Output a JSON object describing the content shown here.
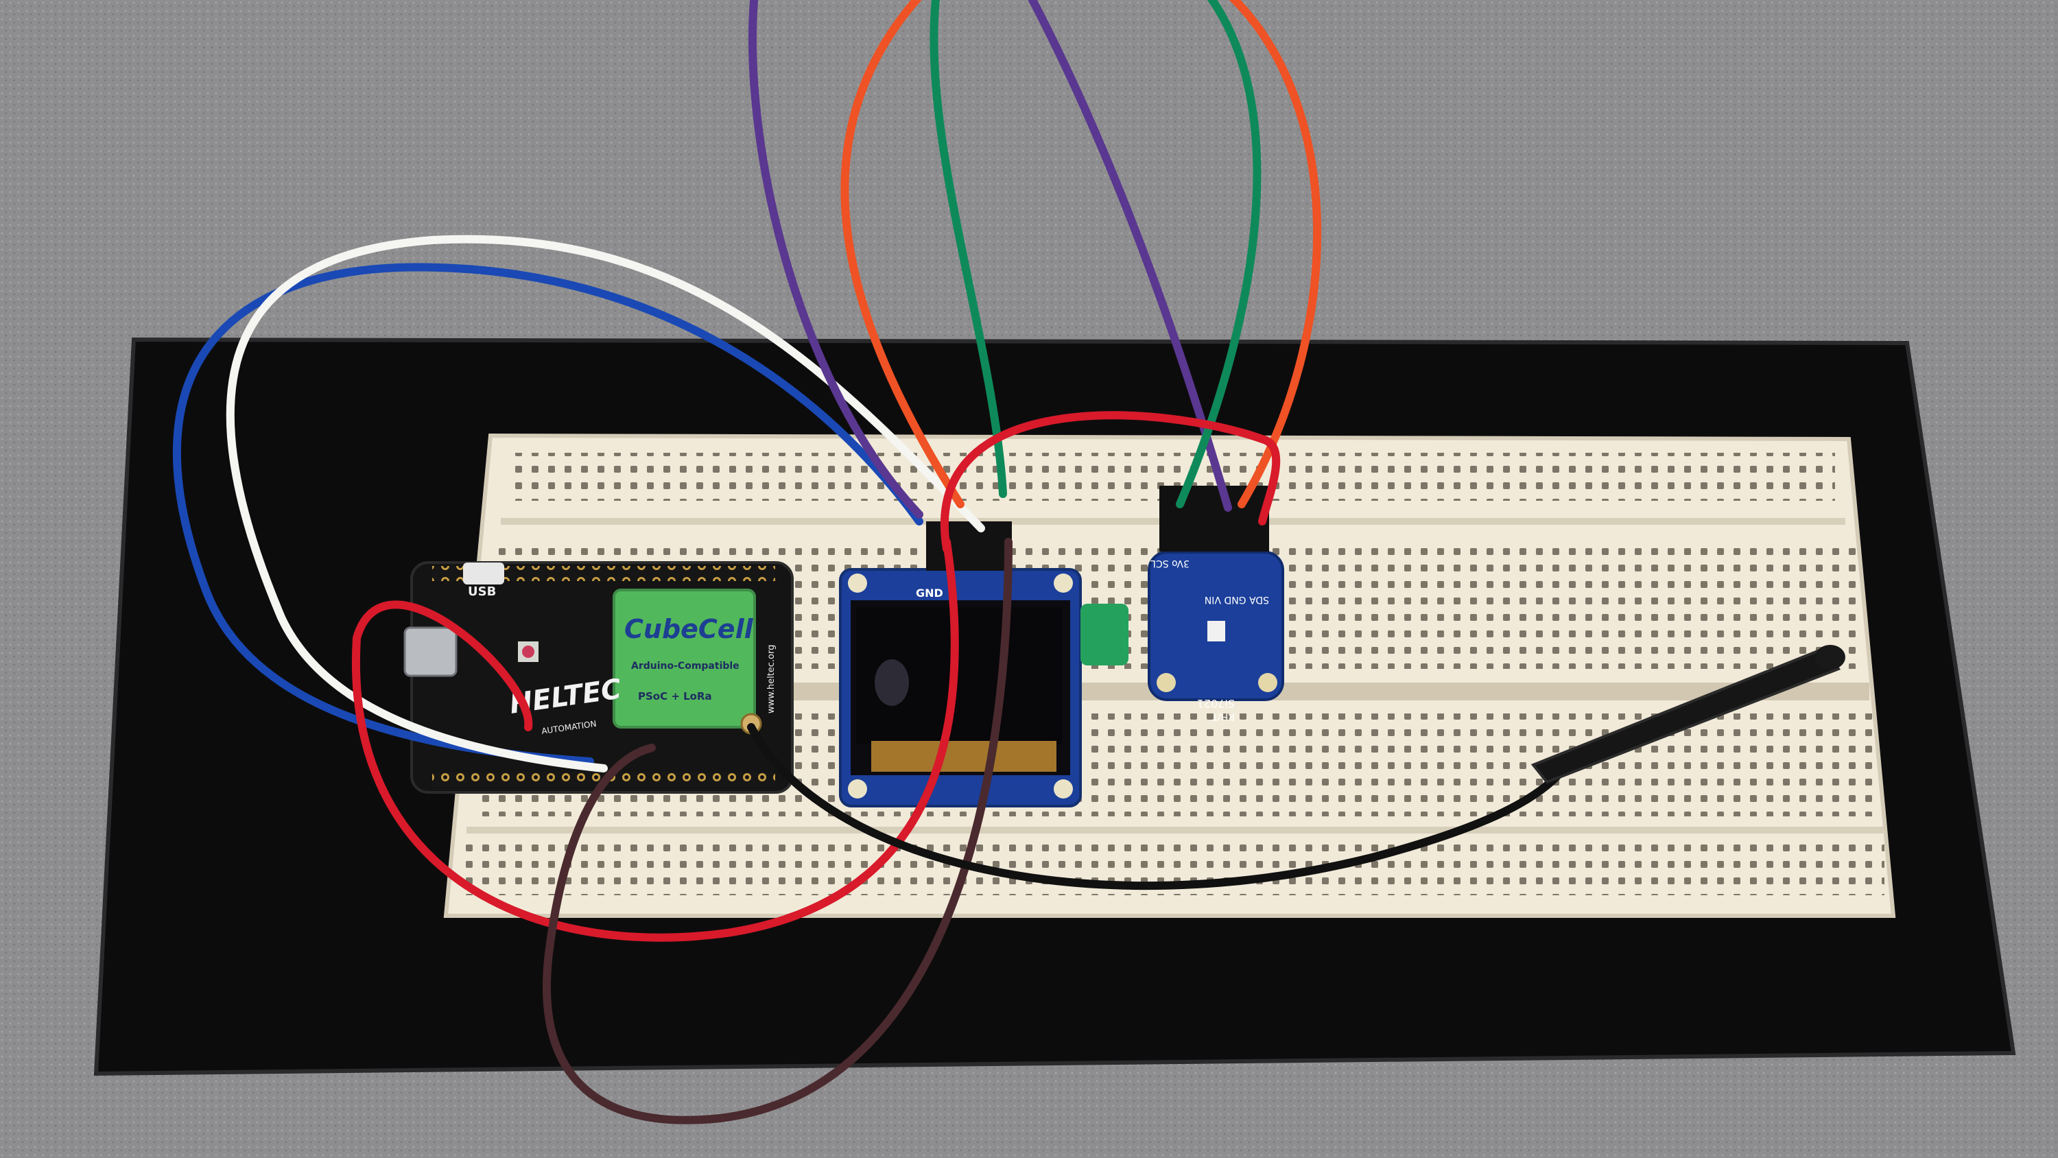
{
  "scene": {
    "colors": {
      "felt": "#8e8e90",
      "mat": "#0d0c0d",
      "breadboard": "#f1ead9",
      "wire_blue": "#1a49b5",
      "wire_white": "#f5f5f2",
      "wire_red": "#d81a2a",
      "wire_brown": "#4a2a2e",
      "wire_black": "#111111",
      "wire_purple": "#5a3790",
      "wire_orange": "#ef5224",
      "wire_green": "#0e8a5a",
      "pcb_blue": "#1b3f9a",
      "cubecell_green": "#52b85c"
    }
  },
  "board": {
    "usb_label": "USB",
    "logo": "CubeCell",
    "sub1": "Arduino-Compatible",
    "sub2": "PSoC + LoRa",
    "brand": "HELTEC",
    "brand_sub": "AUTOMATION",
    "url": "www.heltec.org"
  },
  "oled": {
    "pin_label": "GND"
  },
  "sensor": {
    "pins_top": "3Vo  SCL",
    "pins_bottom": "SDA  GND  VIN",
    "model": "Si7021",
    "model2": "RH/T"
  }
}
